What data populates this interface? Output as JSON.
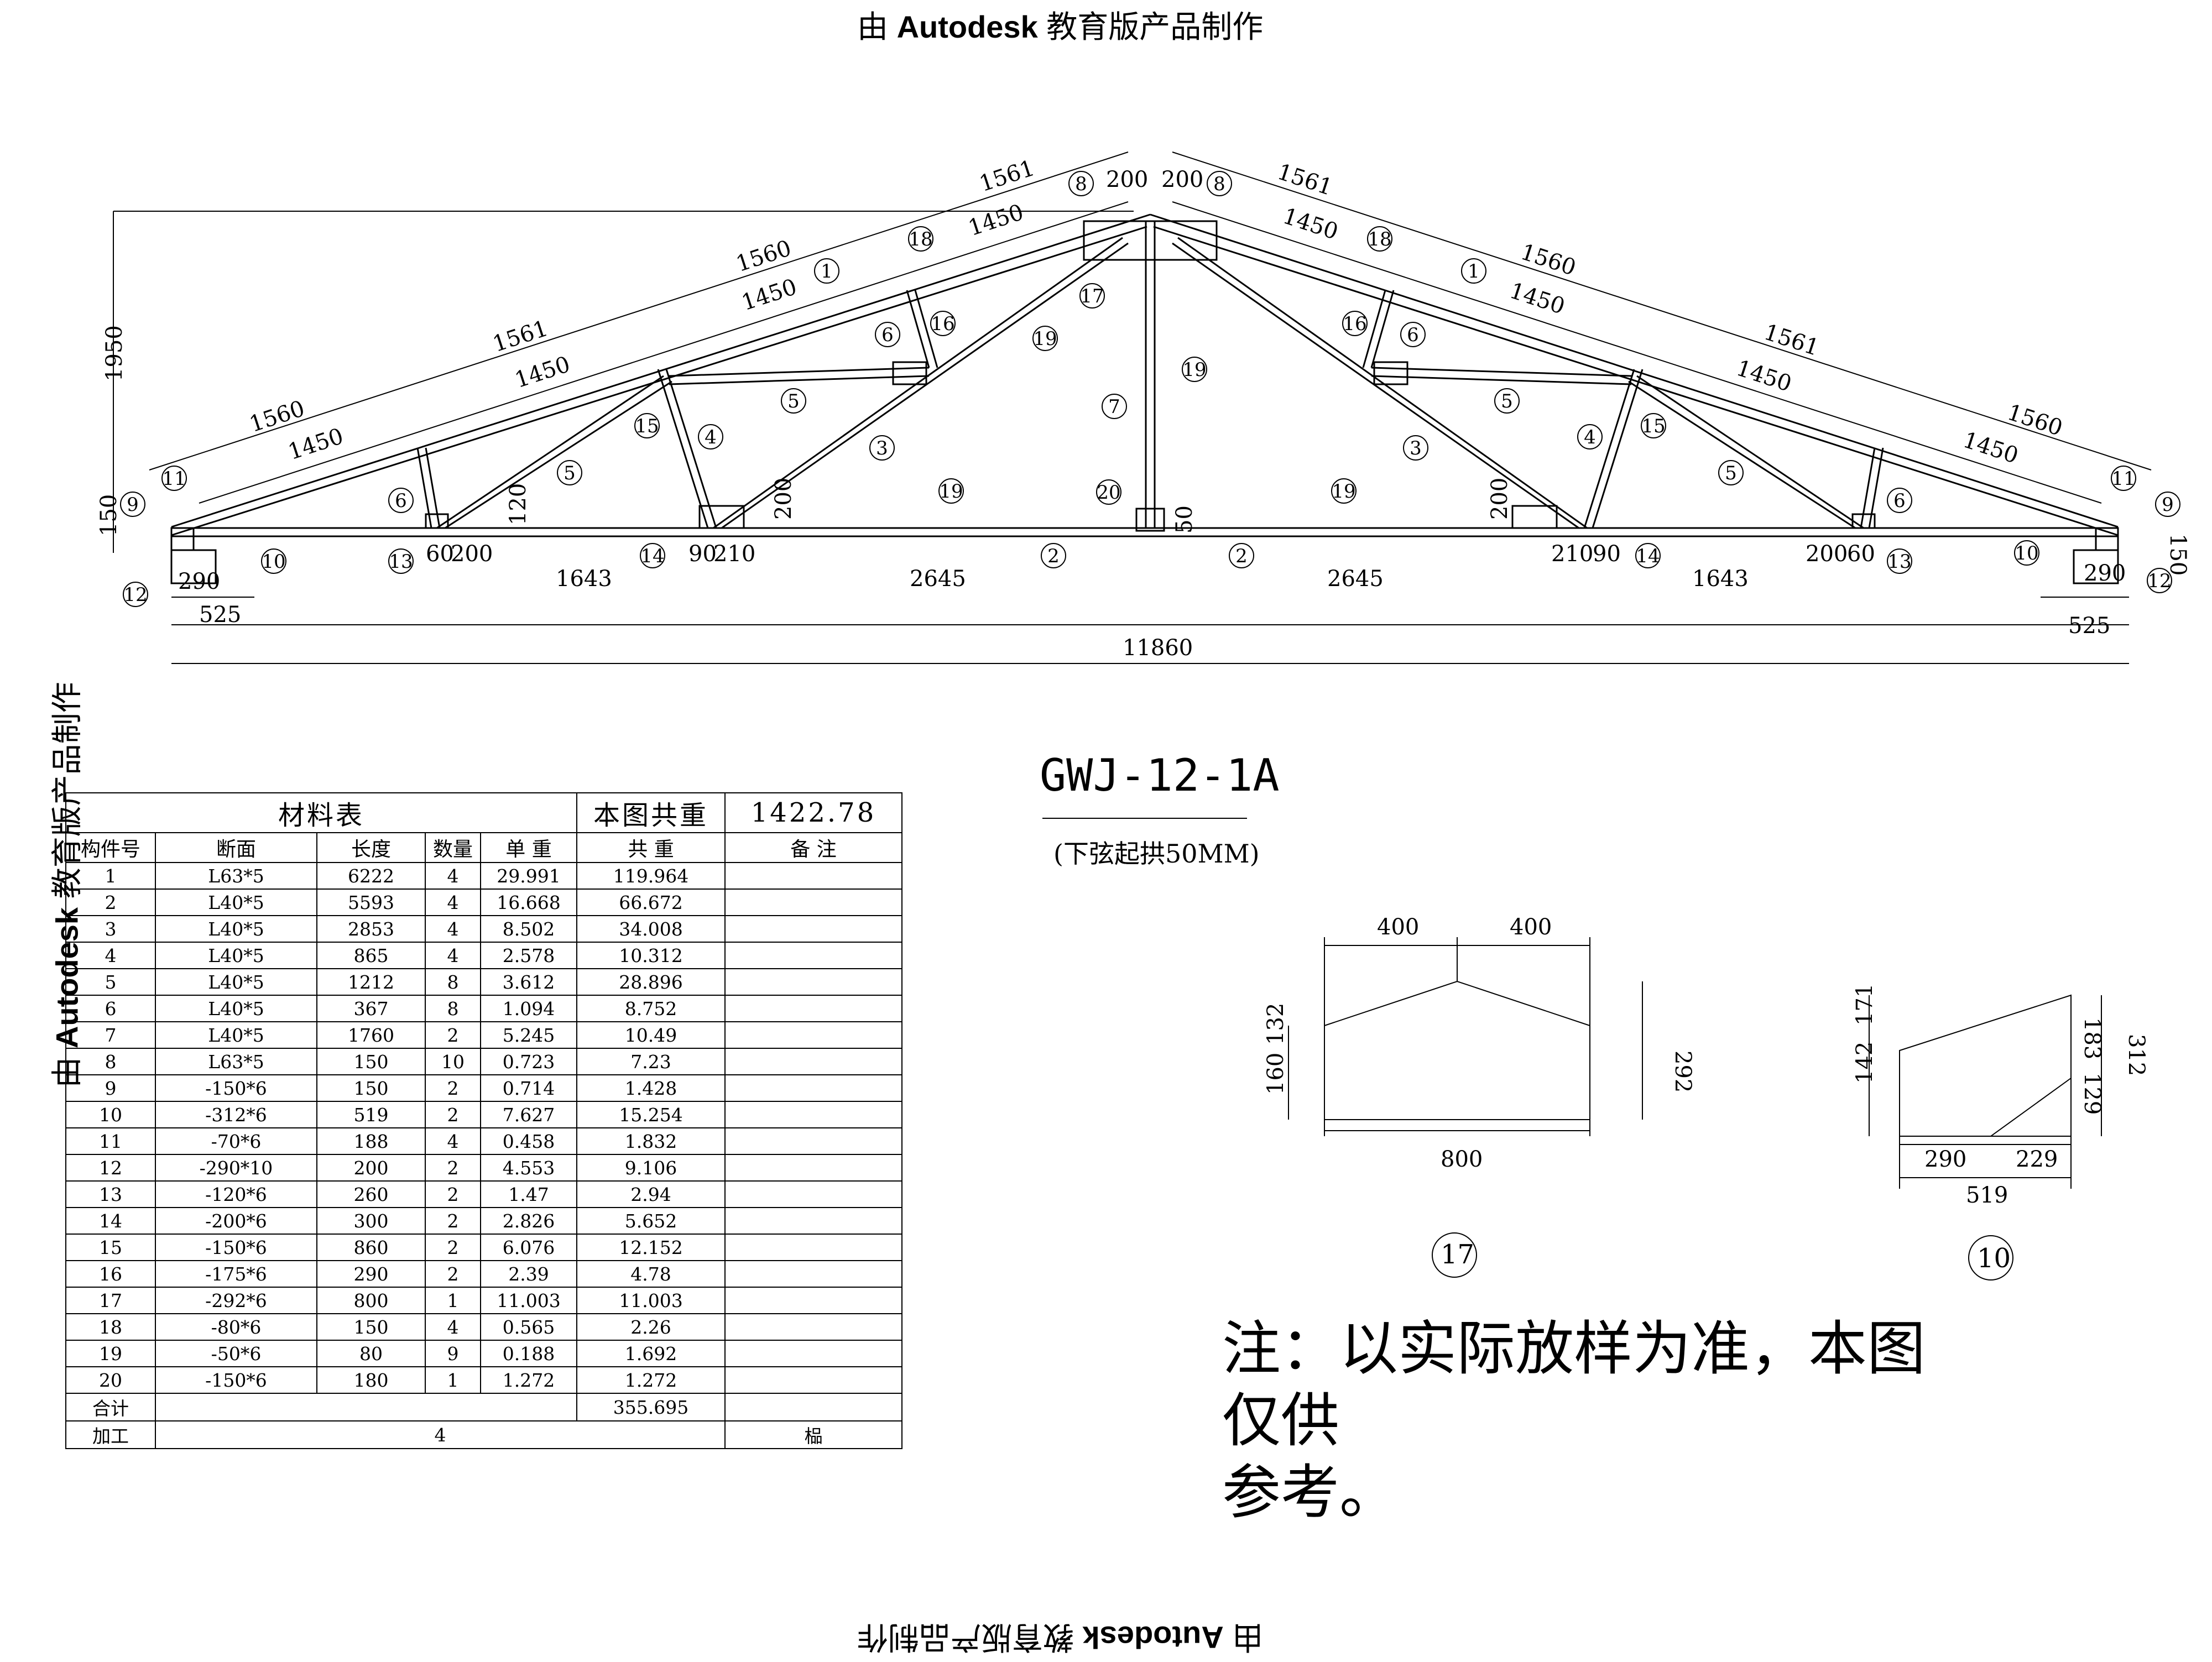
{
  "watermark": {
    "prefix": "由",
    "brand": "Autodesk",
    "suffix": "教育版产品制作"
  },
  "drawing": {
    "title": "GWJ-12-1A",
    "subtitle": "(下弦起拱50MM)",
    "dims": {
      "top_left_1": "1561",
      "top_left_2": "1560",
      "top_left_3": "1561",
      "top_left_4": "1560",
      "top_right_1": "1561",
      "top_right_2": "1560",
      "top_right_3": "1561",
      "top_right_4": "1560",
      "panel_left_1": "1450",
      "panel_left_2": "1450",
      "panel_left_3": "1450",
      "panel_left_4": "1450",
      "panel_right_1": "1450",
      "panel_right_2": "1450",
      "panel_right_3": "1450",
      "panel_right_4": "1450",
      "apex_left": "200",
      "apex_right": "200",
      "height": "1950",
      "end_left": "150",
      "end_right": "150",
      "bot_290_l": "290",
      "bot_290_r": "290",
      "bot_525_l": "525",
      "bot_525_r": "525",
      "d60_l": "60",
      "d200_l": "200",
      "d60_r": "60",
      "d200_r": "200",
      "d90_l": "90",
      "d210_l": "210",
      "d90_r": "90",
      "d210_r": "210",
      "d120": "120",
      "d200v_l": "200",
      "d200v_r": "200",
      "d50": "50",
      "span_1643_l": "1643",
      "span_2645_l": "2645",
      "span_2645_r": "2645",
      "span_1643_r": "1643",
      "total": "11860"
    },
    "members": {
      "m1l": "1",
      "m1r": "1",
      "m2l": "2",
      "m2r": "2",
      "m3l": "3",
      "m3r": "3",
      "m4l": "4",
      "m4r": "4",
      "m5l": "5",
      "m5r": "5",
      "m5l2": "5",
      "m5r2": "5",
      "m6l": "6",
      "m6r": "6",
      "m6l2": "6",
      "m6r2": "6",
      "m7": "7",
      "m8l": "8",
      "m8r": "8",
      "m9l": "9",
      "m9r": "9",
      "m10l": "10",
      "m10r": "10",
      "m11l": "11",
      "m11r": "11",
      "m12l": "12",
      "m12r": "12",
      "m13l": "13",
      "m13r": "13",
      "m14l": "14",
      "m14r": "14",
      "m15l": "15",
      "m15r": "15",
      "m16l": "16",
      "m16r": "16",
      "m17": "17",
      "m18l": "18",
      "m18r": "18",
      "m19a": "19",
      "m19b": "19",
      "m19c": "19",
      "m19d": "19",
      "m19e": "19",
      "m20": "20"
    }
  },
  "detail17": {
    "label": "17",
    "w1": "400",
    "w2": "400",
    "total": "800",
    "h1": "132",
    "h2": "160",
    "h3": "292"
  },
  "detail10": {
    "label": "10",
    "w1": "290",
    "w2": "229",
    "total": "519",
    "h1": "171",
    "h2": "142",
    "h3": "183",
    "h4": "129",
    "h5": "312"
  },
  "table": {
    "title": "材料表",
    "weight_label": "本图共重",
    "weight_value": "1422.78",
    "columns": [
      "构件号",
      "断面",
      "长度",
      "数量",
      "单 重",
      "共 重",
      "备 注"
    ],
    "rows": [
      [
        "1",
        "L63*5",
        "6222",
        "4",
        "29.991",
        "119.964",
        ""
      ],
      [
        "2",
        "L40*5",
        "5593",
        "4",
        "16.668",
        "66.672",
        ""
      ],
      [
        "3",
        "L40*5",
        "2853",
        "4",
        "8.502",
        "34.008",
        ""
      ],
      [
        "4",
        "L40*5",
        "865",
        "4",
        "2.578",
        "10.312",
        ""
      ],
      [
        "5",
        "L40*5",
        "1212",
        "8",
        "3.612",
        "28.896",
        ""
      ],
      [
        "6",
        "L40*5",
        "367",
        "8",
        "1.094",
        "8.752",
        ""
      ],
      [
        "7",
        "L40*5",
        "1760",
        "2",
        "5.245",
        "10.49",
        ""
      ],
      [
        "8",
        "L63*5",
        "150",
        "10",
        "0.723",
        "7.23",
        ""
      ],
      [
        "9",
        "-150*6",
        "150",
        "2",
        "0.714",
        "1.428",
        ""
      ],
      [
        "10",
        "-312*6",
        "519",
        "2",
        "7.627",
        "15.254",
        ""
      ],
      [
        "11",
        "-70*6",
        "188",
        "4",
        "0.458",
        "1.832",
        ""
      ],
      [
        "12",
        "-290*10",
        "200",
        "2",
        "4.553",
        "9.106",
        ""
      ],
      [
        "13",
        "-120*6",
        "260",
        "2",
        "1.47",
        "2.94",
        ""
      ],
      [
        "14",
        "-200*6",
        "300",
        "2",
        "2.826",
        "5.652",
        ""
      ],
      [
        "15",
        "-150*6",
        "860",
        "2",
        "6.076",
        "12.152",
        ""
      ],
      [
        "16",
        "-175*6",
        "290",
        "2",
        "2.39",
        "4.78",
        ""
      ],
      [
        "17",
        "-292*6",
        "800",
        "1",
        "11.003",
        "11.003",
        ""
      ],
      [
        "18",
        "-80*6",
        "150",
        "4",
        "0.565",
        "2.26",
        ""
      ],
      [
        "19",
        "-50*6",
        "80",
        "9",
        "0.188",
        "1.692",
        ""
      ],
      [
        "20",
        "-150*6",
        "180",
        "1",
        "1.272",
        "1.272",
        ""
      ]
    ],
    "sum_label": "合计",
    "sum_value": "355.695",
    "process_label": "加工",
    "process_value": "4",
    "process_unit": "榀"
  },
  "note": {
    "line1": "注：以实际放样为准，本图仅供",
    "line2": "参考。"
  }
}
